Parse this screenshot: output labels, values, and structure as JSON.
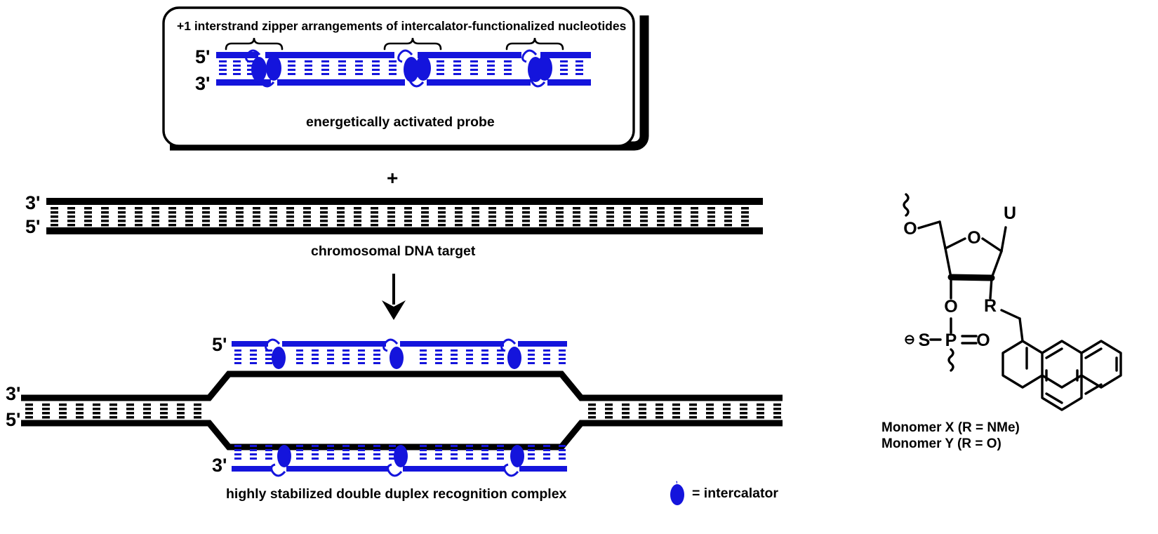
{
  "figure": {
    "domain": "scientific-diagram",
    "colors": {
      "probe_blue": "#1414dc",
      "target_black": "#000000",
      "background": "#ffffff"
    }
  },
  "probe_box": {
    "heading": "+1 interstrand zipper arrangements of intercalator-functionalized nucleotides",
    "caption": "energetically activated probe",
    "strand_labels": {
      "top": "5'",
      "bottom": "3'"
    },
    "zipper_brace_count": 3,
    "intercalator_pairs": 3
  },
  "plus_symbol": "+",
  "target": {
    "caption": "chromosomal DNA target",
    "strand_labels": {
      "top": "3'",
      "bottom": "5'"
    }
  },
  "arrow": {
    "direction": "down"
  },
  "complex": {
    "caption": "highly stabilized double duplex recognition complex",
    "upper_probe_labels": {
      "left": "5'"
    },
    "lower_probe_labels": {
      "left": "3'"
    },
    "target_labels": {
      "top": "3'",
      "bottom": "5'"
    },
    "intercalators_per_probe": 3
  },
  "legend": {
    "symbol_name": "intercalator-teardrop",
    "text": "= intercalator"
  },
  "structure": {
    "atoms": {
      "o5": "O",
      "ring_o": "O",
      "base": "U",
      "o3": "O",
      "r_group": "R",
      "sulfur": "S",
      "phosphorus": "P",
      "oxo": "O",
      "charge": "⊖"
    },
    "monomers": [
      "Monomer X (R = NMe)",
      "Monomer Y (R = O)"
    ]
  }
}
